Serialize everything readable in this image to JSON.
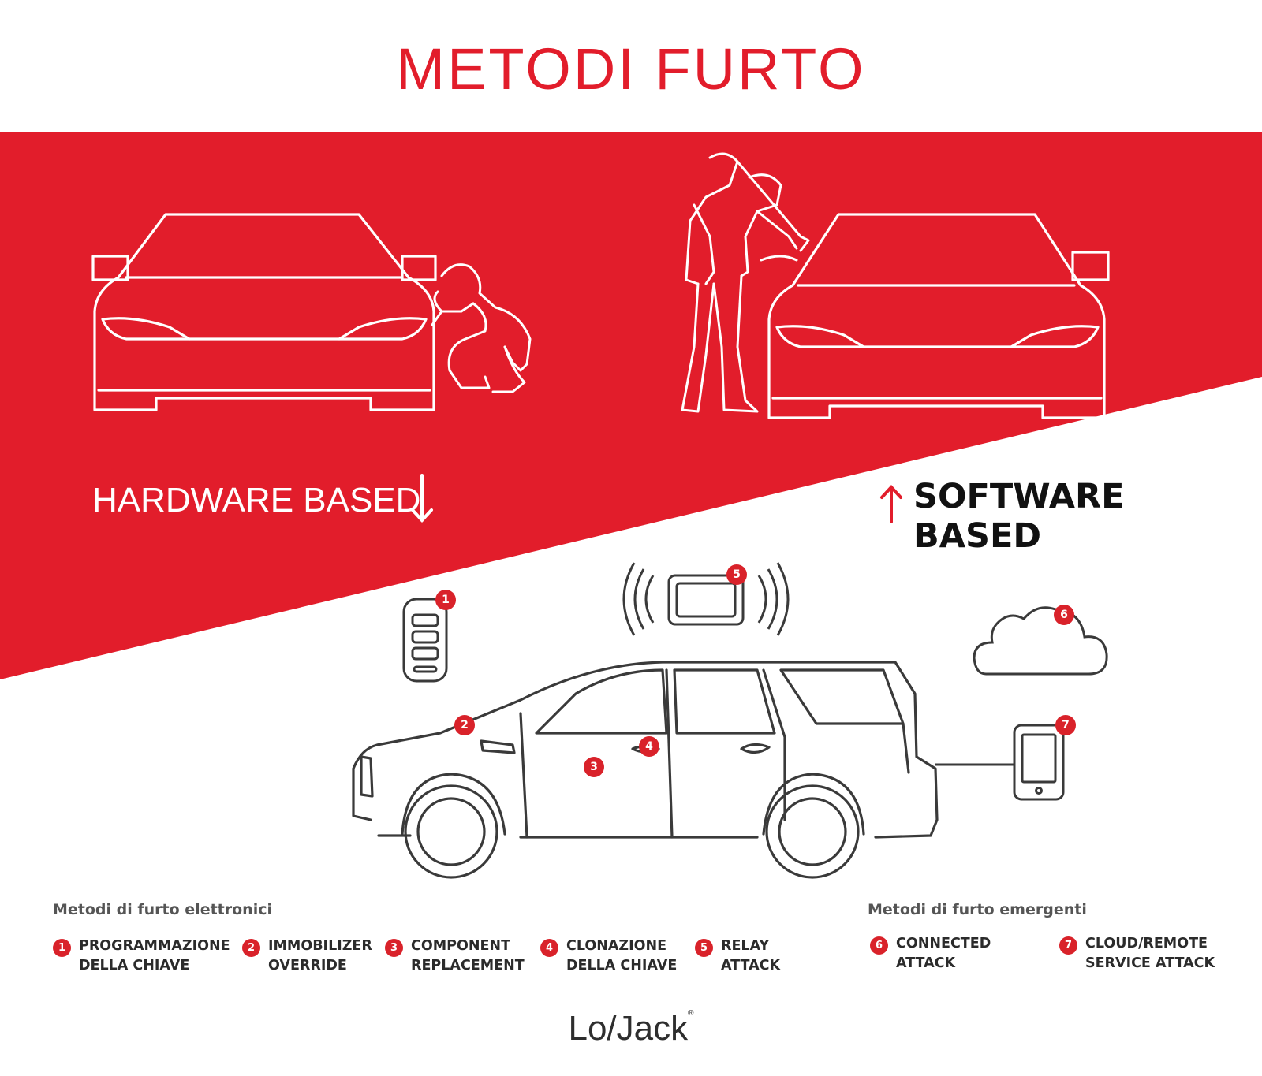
{
  "title": "METODI FURTO",
  "hardware_label": "HARDWARE BASED",
  "software_label": "SOFTWARE BASED",
  "colors": {
    "red": "#e21d2b",
    "badge": "#d9222a",
    "dark": "#3a3a3a",
    "white": "#ffffff"
  },
  "badges": [
    "1",
    "2",
    "3",
    "4",
    "5",
    "6",
    "7"
  ],
  "electronic": {
    "title": "Metodi di furto elettronici",
    "items": [
      {
        "num": "1",
        "line1": "PROGRAMMAZIONE",
        "line2": "DELLA CHIAVE"
      },
      {
        "num": "2",
        "line1": "IMMOBILIZER",
        "line2": "OVERRIDE"
      },
      {
        "num": "3",
        "line1": "COMPONENT",
        "line2": "REPLACEMENT"
      },
      {
        "num": "4",
        "line1": "CLONAZIONE",
        "line2": "DELLA CHIAVE"
      },
      {
        "num": "5",
        "line1": "RELAY",
        "line2": "ATTACK"
      }
    ]
  },
  "emerging": {
    "title": "Metodi di furto emergenti",
    "items": [
      {
        "num": "6",
        "line1": "CONNECTED",
        "line2": "ATTACK"
      },
      {
        "num": "7",
        "line1": "CLOUD/REMOTE",
        "line2": "SERVICE ATTACK"
      }
    ]
  },
  "logo": {
    "left": "Lo",
    "right": "Jack",
    "mark": "®"
  },
  "icons": [
    "arrow-down-icon",
    "arrow-up-icon",
    "car-front-icon",
    "thief-crouching-icon",
    "thief-with-tool-icon",
    "key-fob-icon",
    "relay-device-icon",
    "cloud-icon",
    "smartphone-icon",
    "suv-side-icon"
  ]
}
